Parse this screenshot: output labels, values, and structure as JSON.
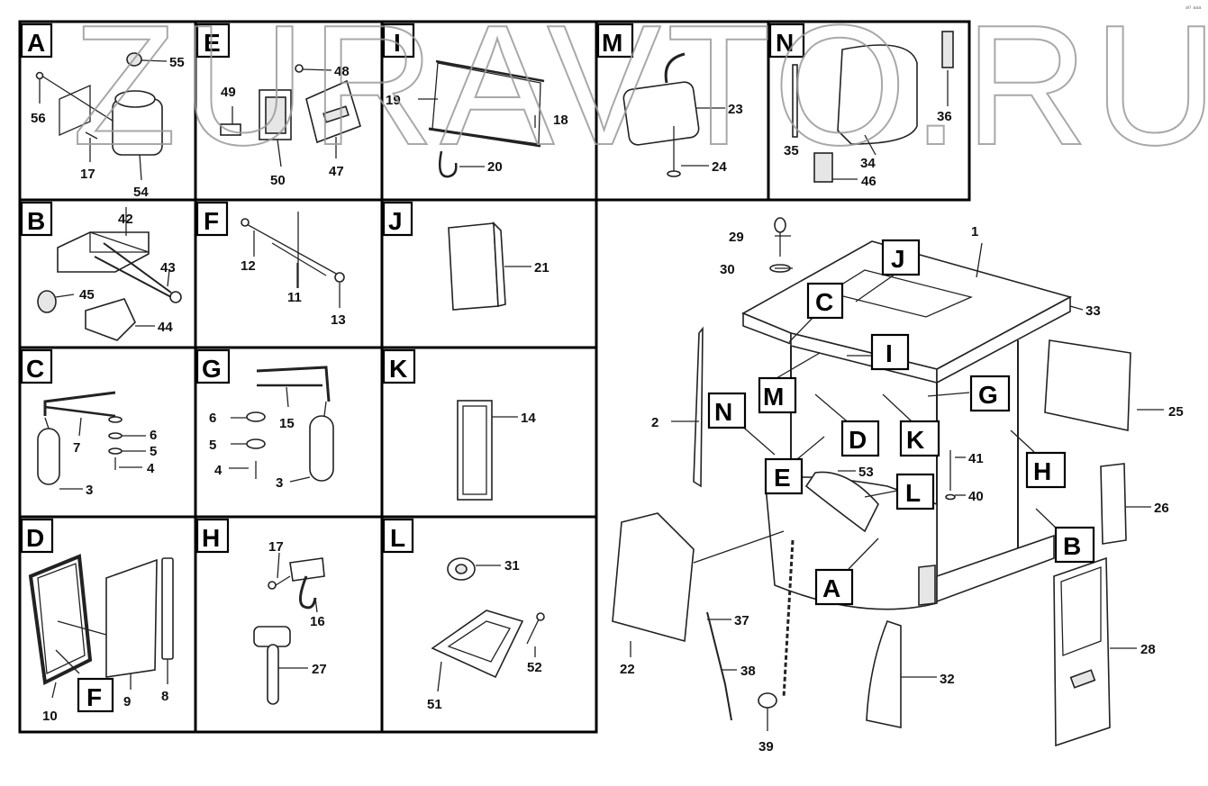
{
  "watermark": "ZURAVTO.RU",
  "corner_mark": "ᵃ⁰ ᵃᵃᵃ",
  "panels": [
    {
      "letter": "A",
      "labels": [
        "55",
        "56",
        "17",
        "54"
      ]
    },
    {
      "letter": "E",
      "labels": [
        "48",
        "49",
        "50",
        "47"
      ]
    },
    {
      "letter": "I",
      "labels": [
        "19",
        "18",
        "20"
      ]
    },
    {
      "letter": "M",
      "labels": [
        "23",
        "24"
      ]
    },
    {
      "letter": "N",
      "labels": [
        "36",
        "35",
        "34",
        "46"
      ]
    },
    {
      "letter": "B",
      "labels": [
        "42",
        "43",
        "45",
        "44"
      ]
    },
    {
      "letter": "F",
      "labels": [
        "12",
        "11",
        "13"
      ]
    },
    {
      "letter": "J",
      "labels": [
        "21"
      ]
    },
    {
      "letter": "C",
      "labels": [
        "7",
        "6",
        "5",
        "4",
        "3"
      ]
    },
    {
      "letter": "G",
      "labels": [
        "15",
        "6",
        "5",
        "4",
        "3"
      ]
    },
    {
      "letter": "K",
      "labels": [
        "14"
      ]
    },
    {
      "letter": "D",
      "labels": [
        "F",
        "10",
        "9",
        "8"
      ]
    },
    {
      "letter": "H",
      "labels": [
        "17",
        "16",
        "27"
      ]
    },
    {
      "letter": "L",
      "labels": [
        "31",
        "51",
        "52"
      ]
    }
  ],
  "main": {
    "numbers": [
      "1",
      "29",
      "30",
      "33",
      "2",
      "25",
      "41",
      "40",
      "26",
      "28",
      "22",
      "32",
      "37",
      "38",
      "39",
      "53"
    ],
    "callouts": [
      "J",
      "C",
      "I",
      "M",
      "G",
      "N",
      "D",
      "K",
      "E",
      "H",
      "L",
      "B",
      "A"
    ]
  }
}
